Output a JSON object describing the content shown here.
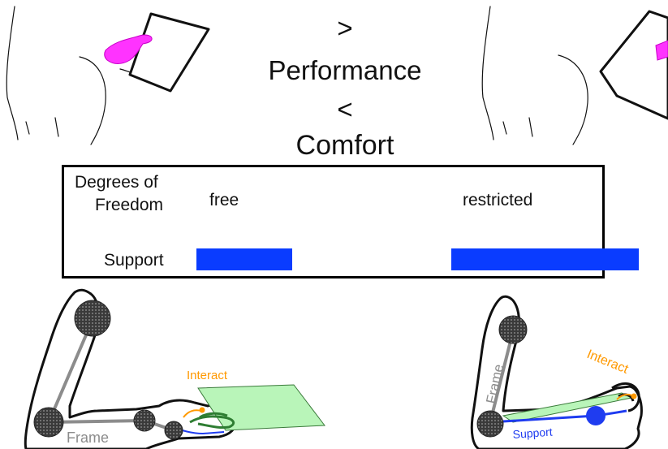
{
  "headline": {
    "greater": ">",
    "performance": "Performance",
    "less": "<",
    "comfort": "Comfort"
  },
  "panel": {
    "dof_label_line1": "Degrees of",
    "dof_label_line2": "Freedom",
    "free_label": "free",
    "restricted_label": "restricted",
    "support_label": "Support",
    "support_levels": {
      "free": 0.35,
      "restricted": 0.55
    }
  },
  "left_arm": {
    "interact_label": "Interact",
    "frame_label": "Frame"
  },
  "right_arm": {
    "interact_label": "Interact",
    "frame_label": "Frame",
    "support_label": "Support"
  },
  "colors": {
    "support_bar": "#0a3cff",
    "interact": "#ff9900",
    "frame": "#8c8c8c",
    "support_line": "#1f3cf0",
    "tablet_fill": "#b9f5b9",
    "hand_highlight": "#ff33ff",
    "joint_fill": "#3a3a3a"
  }
}
